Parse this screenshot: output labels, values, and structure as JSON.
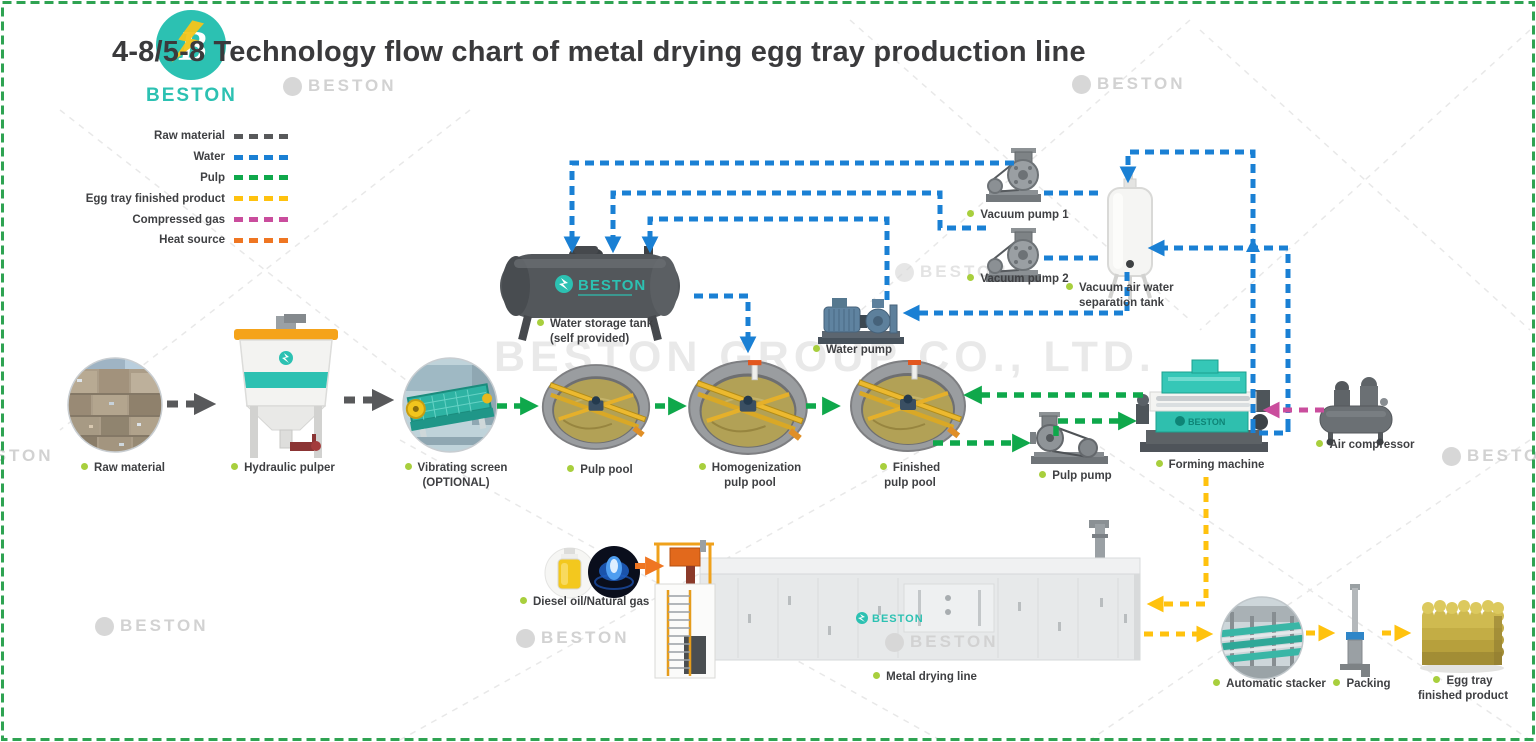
{
  "title": "4-8/5-8 Technology flow chart of metal drying egg tray production line",
  "brand": {
    "name": "BESTON",
    "watermark": "BESTON GROUP CO., LTD."
  },
  "legend": {
    "items": [
      {
        "label": "Raw material",
        "color": "#58595b"
      },
      {
        "label": "Water",
        "color": "#1a80d4"
      },
      {
        "label": "Pulp",
        "color": "#0fa84b"
      },
      {
        "label": "Egg tray finished product",
        "color": "#ffc20e"
      },
      {
        "label": "Compressed gas",
        "color": "#ca4d9d"
      },
      {
        "label": "Heat source",
        "color": "#ef7622"
      }
    ]
  },
  "nodes": {
    "raw_material": {
      "label": "Raw material"
    },
    "hydraulic_pulper": {
      "label": "Hydraulic pulper"
    },
    "vibrating_screen": {
      "label": "Vibrating screen",
      "label2": "(OPTIONAL)"
    },
    "water_storage_tank": {
      "label": "Water storage tank",
      "label2": "(self provided)"
    },
    "pulp_pool": {
      "label": "Pulp pool"
    },
    "homogenization_pulp_pool": {
      "label": "Homogenization",
      "label2": "pulp pool"
    },
    "finished_pulp_pool": {
      "label": "Finished",
      "label2": "pulp pool"
    },
    "water_pump": {
      "label": "Water pump"
    },
    "vacuum_pump_1": {
      "label": "Vacuum pump 1"
    },
    "vacuum_pump_2": {
      "label": "Vacuum pump 2"
    },
    "vacuum_separation_tank": {
      "label": "Vacuum air water",
      "label2": "separation tank"
    },
    "pulp_pump": {
      "label": "Pulp pump"
    },
    "forming_machine": {
      "label": "Forming machine"
    },
    "air_compressor": {
      "label": "Air compressor"
    },
    "diesel_gas": {
      "label": "Diesel oil/Natural gas"
    },
    "metal_drying_line": {
      "label": "Metal drying line"
    },
    "automatic_stacker": {
      "label": "Automatic stacker"
    },
    "packing": {
      "label": "Packing"
    },
    "egg_tray_product": {
      "label": "Egg tray",
      "label2": "finished product"
    }
  },
  "flows": [
    {
      "from": "Raw material",
      "to": "Hydraulic pulper",
      "type": "Raw material"
    },
    {
      "from": "Hydraulic pulper",
      "to": "Vibrating screen",
      "type": "Raw material"
    },
    {
      "from": "Vibrating screen",
      "to": "Pulp pool",
      "type": "Pulp"
    },
    {
      "from": "Pulp pool",
      "to": "Homogenization pulp pool",
      "type": "Pulp"
    },
    {
      "from": "Homogenization pulp pool",
      "to": "Finished pulp pool",
      "type": "Pulp"
    },
    {
      "from": "Finished pulp pool",
      "to": "Pulp pump",
      "type": "Pulp"
    },
    {
      "from": "Pulp pump",
      "to": "Forming machine",
      "type": "Pulp"
    },
    {
      "from": "Forming machine",
      "to": "Finished pulp pool",
      "type": "Pulp"
    },
    {
      "from": "Water storage tank",
      "to": "Homogenization pulp pool",
      "type": "Water"
    },
    {
      "from": "Vacuum pump 1",
      "to": "Water storage tank",
      "type": "Water"
    },
    {
      "from": "Vacuum pump 2",
      "to": "Water storage tank",
      "type": "Water"
    },
    {
      "from": "Water pump",
      "to": "Water storage tank",
      "type": "Water"
    },
    {
      "from": "Vacuum air water separation tank",
      "to": "Water pump",
      "type": "Water"
    },
    {
      "from": "Vacuum pump 1",
      "to": "Vacuum air water separation tank",
      "type": "Water"
    },
    {
      "from": "Vacuum pump 2",
      "to": "Vacuum air water separation tank",
      "type": "Water"
    },
    {
      "from": "Forming machine",
      "to": "Vacuum air water separation tank",
      "type": "Water"
    },
    {
      "from": "Air compressor",
      "to": "Forming machine",
      "type": "Compressed gas"
    },
    {
      "from": "Forming machine",
      "to": "Metal drying line",
      "type": "Egg tray finished product"
    },
    {
      "from": "Diesel oil/Natural gas",
      "to": "Metal drying line",
      "type": "Heat source"
    },
    {
      "from": "Metal drying line",
      "to": "Automatic stacker",
      "type": "Egg tray finished product"
    },
    {
      "from": "Automatic stacker",
      "to": "Packing",
      "type": "Egg tray finished product"
    },
    {
      "from": "Packing",
      "to": "Egg tray finished product",
      "type": "Egg tray finished product"
    }
  ]
}
